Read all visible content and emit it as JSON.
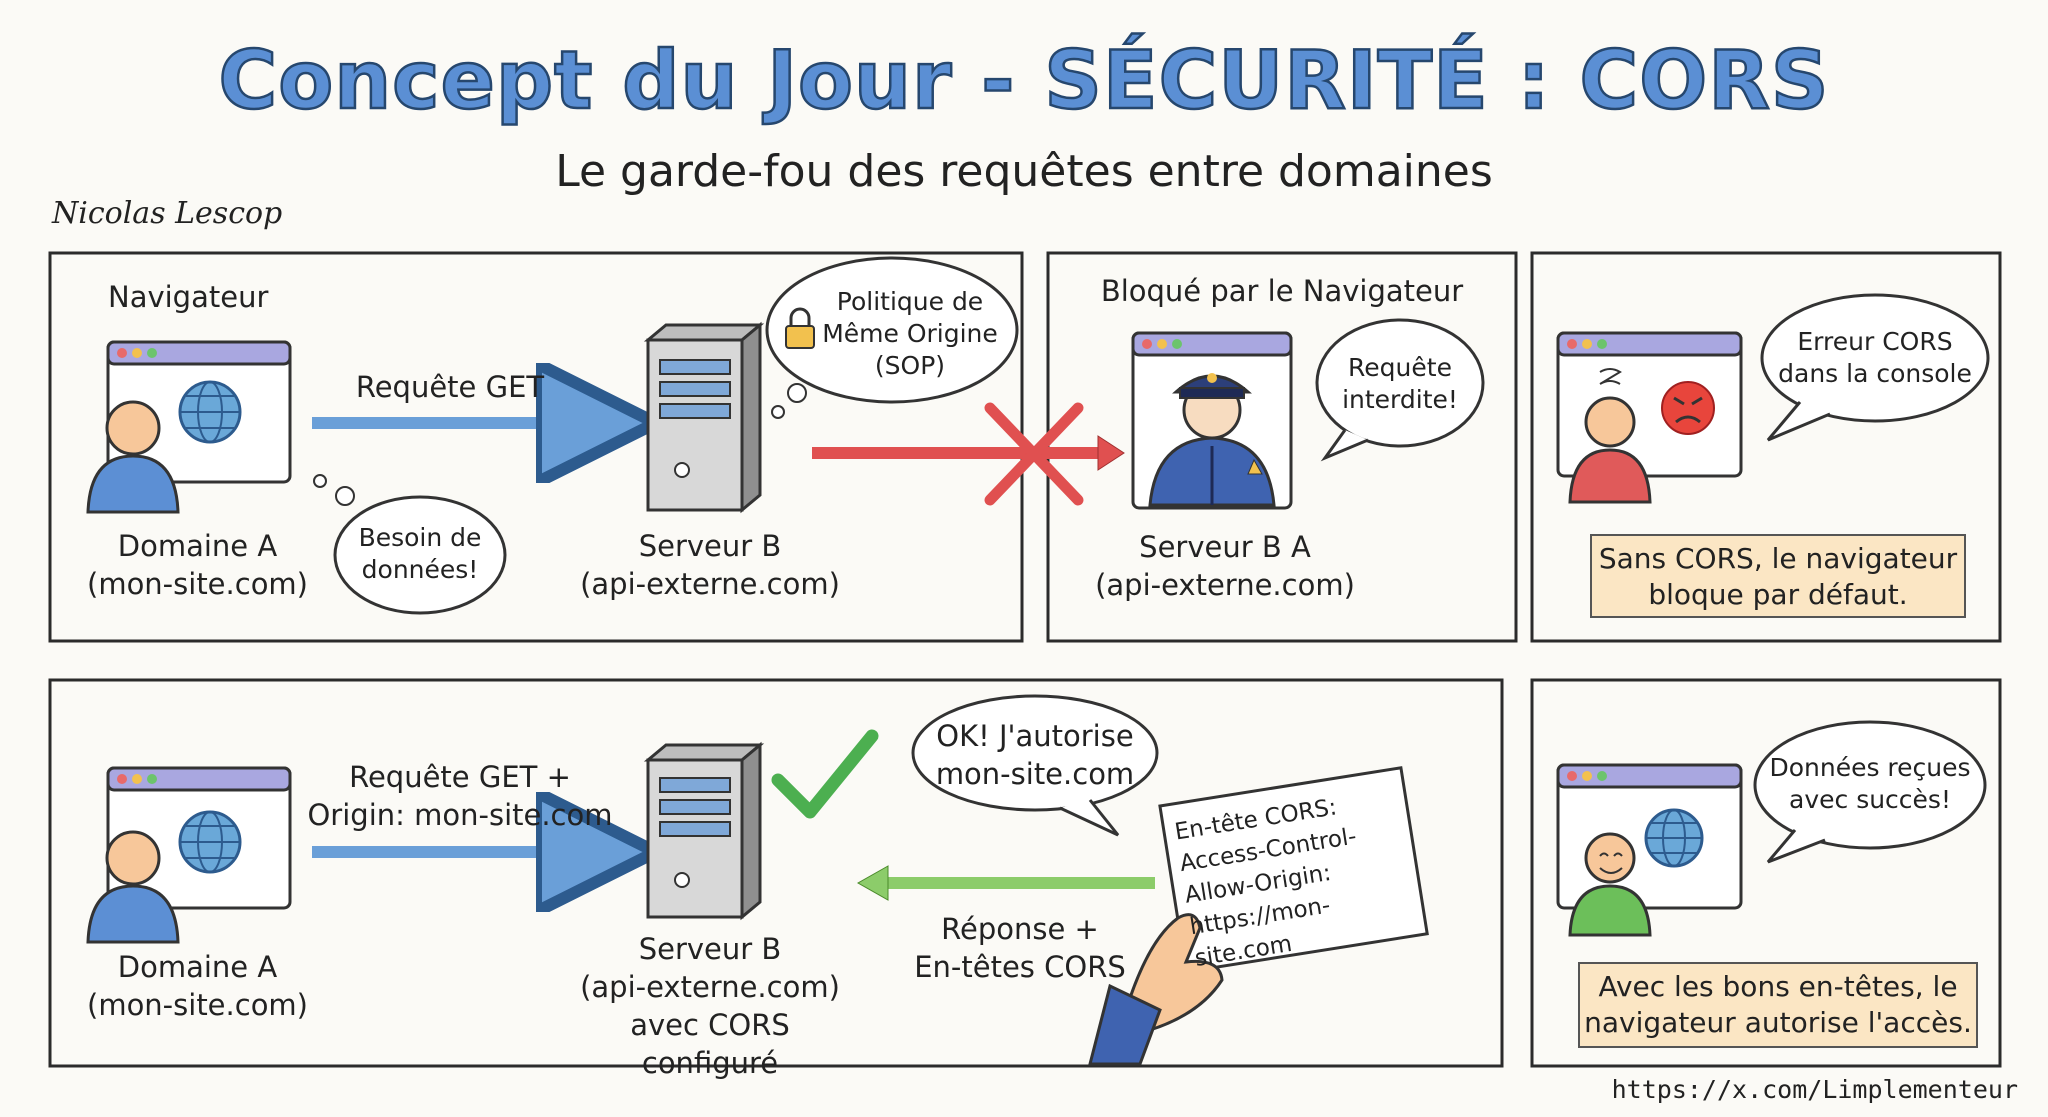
{
  "title": "Concept du Jour - SÉCURITÉ : CORS",
  "subtitle": "Le garde-fou des requêtes entre domaines",
  "author": "Nicolas Lescop",
  "credit": "https://x.com/Limplementeur",
  "panel1": {
    "browser_label": "Navigateur",
    "request": "Requête GET",
    "thought_client": "Besoin de\ndonnées!",
    "thought_server": "Politique de\nMême Origine\n(SOP)",
    "client_label": "Domaine A\n(mon-site.com)",
    "server_label": "Serveur B\n(api-externe.com)"
  },
  "panel2": {
    "heading": "Bloqué par le Navigateur",
    "speech": "Requête\ninterdite!",
    "server_label": "Serveur B A\n(api-externe.com)"
  },
  "panel3": {
    "speech": "Erreur CORS\ndans la console",
    "note": "Sans CORS, le navigateur\nbloque par défaut."
  },
  "panel4": {
    "request": "Requête GET +\nOrigin: mon-site.com",
    "speech": "OK! J'autorise\nmon-site.com",
    "header_card": "En-tête CORS:\nAccess-Control-\nAllow-Origin:\nhttps://mon-site.com",
    "response": "Réponse +\nEn-têtes CORS",
    "client_label": "Domaine A\n(mon-site.com)",
    "server_label": "Serveur B\n(api-externe.com)\navec CORS configuré"
  },
  "panel5": {
    "speech": "Données reçues\navec succès!",
    "note": "Avec les bons en-têtes, le\nnavigateur autorise l'accès."
  },
  "colors": {
    "title_fill": "#5b8fd4",
    "request_arrow": "#6a9fd8",
    "blocked_arrow": "#e05050",
    "response_arrow": "#8ccc6a",
    "check": "#4caf50",
    "note_bg": "#fbe6c4"
  }
}
